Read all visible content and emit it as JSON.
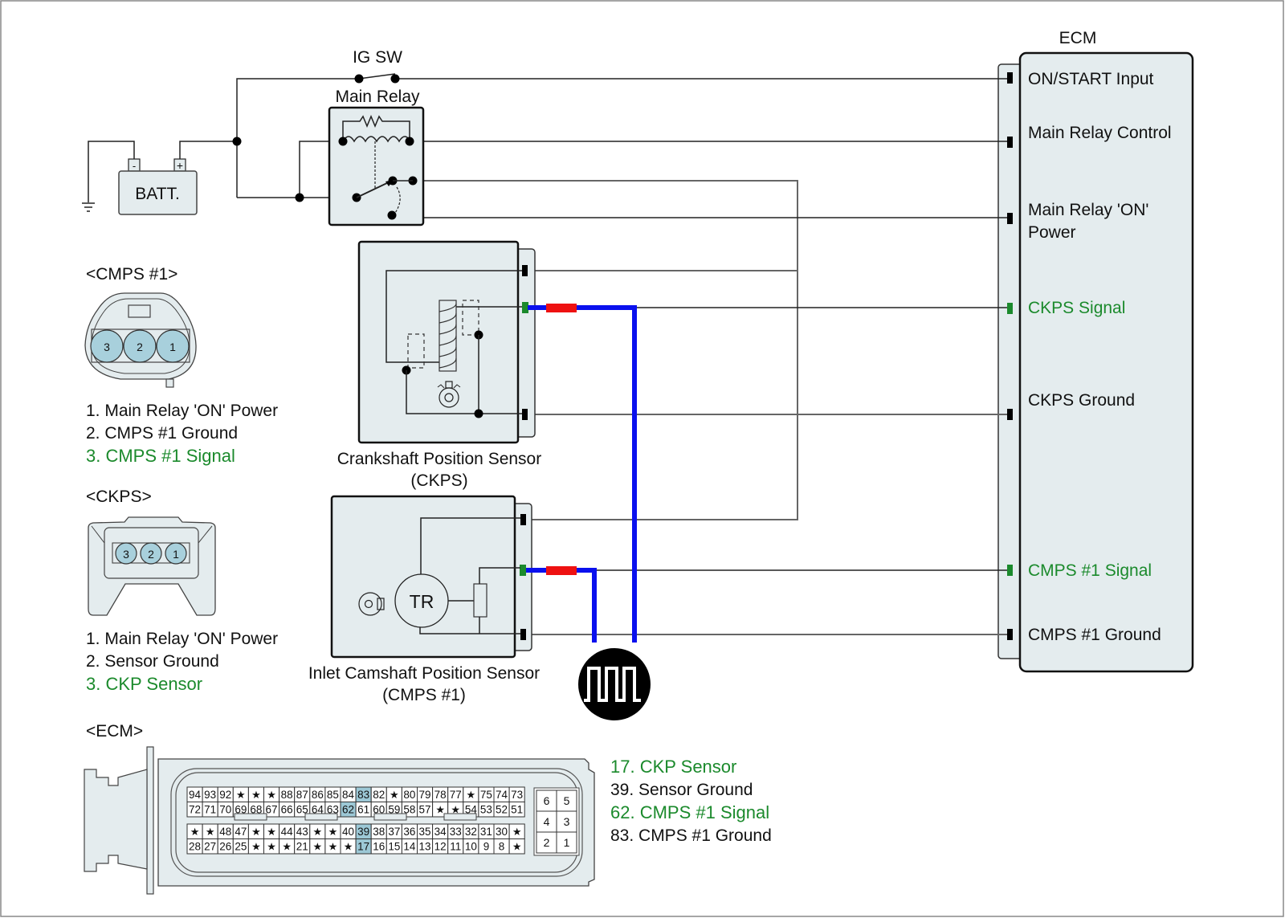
{
  "diagram": {
    "title_ecm": "ECM",
    "ig_sw": "IG SW",
    "main_relay": "Main Relay",
    "battery": "BATT.",
    "battery_neg": "-",
    "battery_pos": "+",
    "ckps_name_line1": "Crankshaft Position Sensor",
    "ckps_name_line2": "(CKPS)",
    "cmps_name_line1": "Inlet Camshaft Position Sensor",
    "cmps_name_line2": "(CMPS #1)",
    "tr_label": "TR",
    "ecm_pins": [
      {
        "label": "ON/START Input",
        "signal": false
      },
      {
        "label": "Main Relay Control",
        "signal": false
      },
      {
        "label_line1": "Main Relay 'ON'",
        "label_line2": "Power",
        "signal": false
      },
      {
        "label": "CKPS Signal",
        "signal": true
      },
      {
        "label": "CKPS Ground",
        "signal": false
      },
      {
        "label": "CMPS #1 Signal",
        "signal": true
      },
      {
        "label": "CMPS #1 Ground",
        "signal": false
      }
    ],
    "colors": {
      "signal_text": "#1b8a2c",
      "signal_wire": "#0a10ee",
      "probe": "#ee1111",
      "signal_pin": "#1b8a2c",
      "highlight_pin": "#9cc8d6",
      "body_fill": "#e4ecee"
    }
  },
  "connectors": {
    "cmps1": {
      "title": "<CMPS #1>",
      "pins": [
        "3",
        "2",
        "1"
      ],
      "legend": [
        {
          "text": "1. Main Relay 'ON' Power",
          "signal": false
        },
        {
          "text": "2. CMPS #1 Ground",
          "signal": false
        },
        {
          "text": "3. CMPS #1 Signal",
          "signal": true
        }
      ]
    },
    "ckps": {
      "title": "<CKPS>",
      "pins": [
        "3",
        "2",
        "1"
      ],
      "legend": [
        {
          "text": "1. Main Relay 'ON' Power",
          "signal": false
        },
        {
          "text": "2. Sensor Ground",
          "signal": false
        },
        {
          "text": "3. CKP Sensor",
          "signal": true
        }
      ]
    },
    "ecm": {
      "title": "<ECM>",
      "rows": [
        [
          "94",
          "93",
          "92",
          "★",
          "★",
          "★",
          "88",
          "87",
          "86",
          "85",
          "84",
          "83",
          "82",
          "★",
          "80",
          "79",
          "78",
          "77",
          "★",
          "75",
          "74",
          "73"
        ],
        [
          "72",
          "71",
          "70",
          "69",
          "68",
          "67",
          "66",
          "65",
          "64",
          "63",
          "62",
          "61",
          "60",
          "59",
          "58",
          "57",
          "★",
          "★",
          "54",
          "53",
          "52",
          "51"
        ],
        [
          "★",
          "★",
          "48",
          "47",
          "★",
          "★",
          "44",
          "43",
          "★",
          "★",
          "40",
          "39",
          "38",
          "37",
          "36",
          "35",
          "34",
          "33",
          "32",
          "31",
          "30",
          "★"
        ],
        [
          "28",
          "27",
          "26",
          "25",
          "★",
          "★",
          "★",
          "21",
          "★",
          "★",
          "★",
          "17",
          "16",
          "15",
          "14",
          "13",
          "12",
          "11",
          "10",
          "9",
          "8",
          "★"
        ]
      ],
      "highlighted": [
        "83",
        "62",
        "39",
        "17"
      ],
      "aux_pins": [
        [
          "6",
          "5"
        ],
        [
          "4",
          "3"
        ],
        [
          "2",
          "1"
        ]
      ],
      "legend": [
        {
          "text": "17. CKP Sensor",
          "signal": true
        },
        {
          "text": "39. Sensor Ground",
          "signal": false
        },
        {
          "text": "62. CMPS #1 Signal",
          "signal": true
        },
        {
          "text": "83. CMPS #1 Ground",
          "signal": false
        }
      ]
    }
  }
}
